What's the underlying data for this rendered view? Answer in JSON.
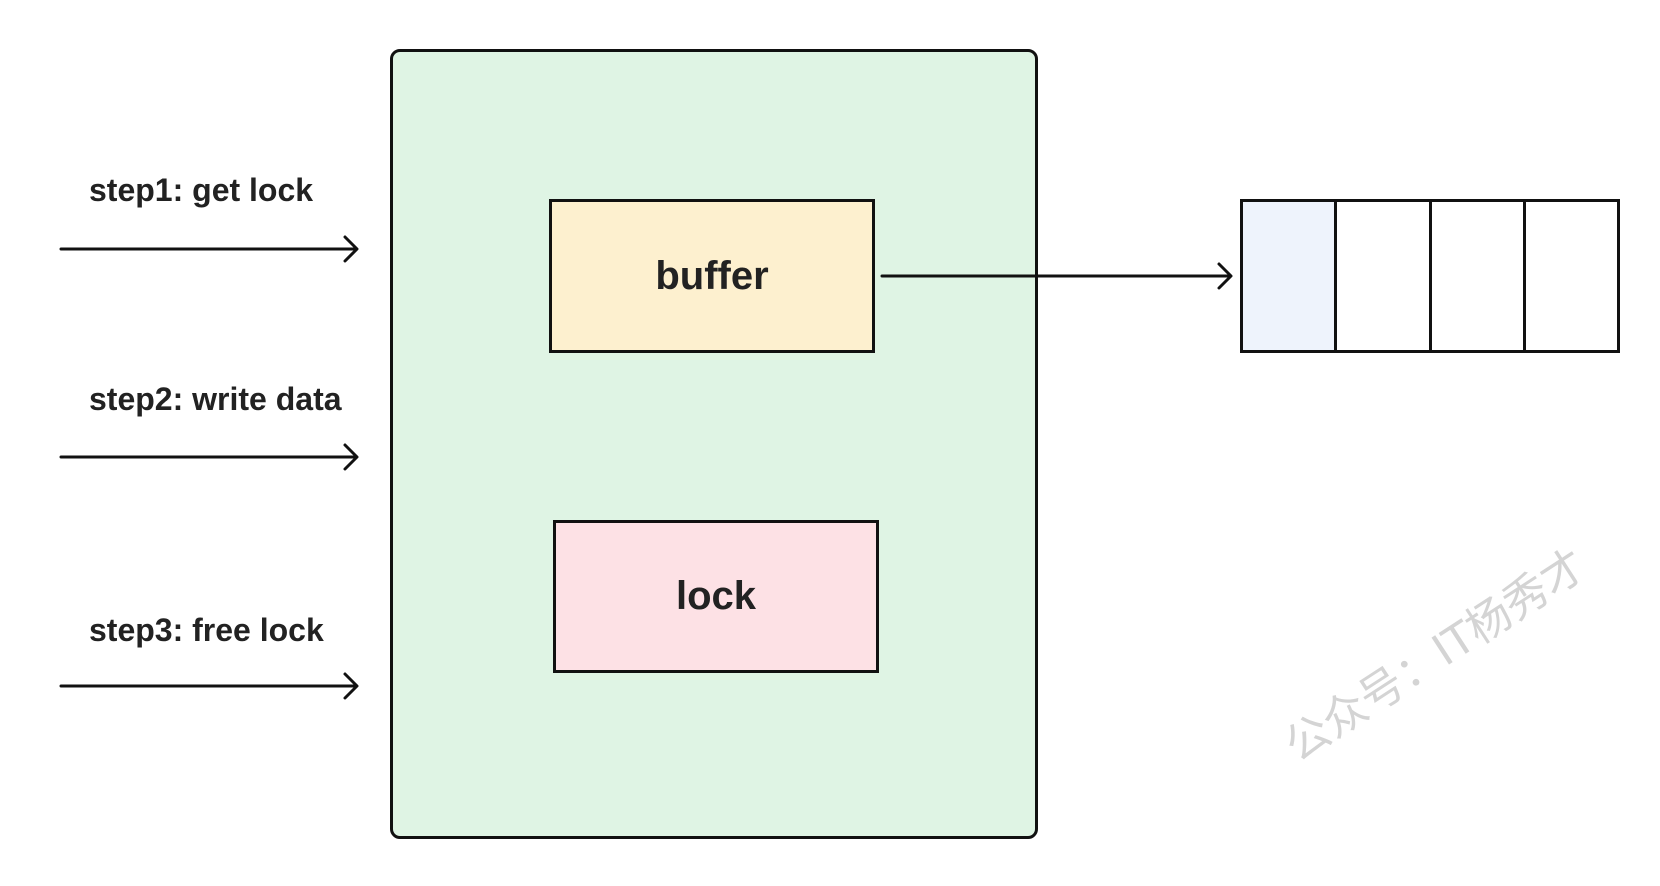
{
  "steps": [
    {
      "label": "step1: get lock"
    },
    {
      "label": "step2: write data"
    },
    {
      "label": "step3: free lock"
    }
  ],
  "container": {
    "fill": "#dff4e4"
  },
  "buffer": {
    "label": "buffer",
    "fill": "#fdf0cf"
  },
  "lock": {
    "label": "lock",
    "fill": "#fde1e5"
  },
  "queue": {
    "cell_count": 4,
    "highlight_fill": "#eef3fc",
    "cell_fill": "#ffffff"
  },
  "colors": {
    "stroke": "#111111",
    "text": "#222222"
  },
  "watermark": {
    "text": "公众号：IT杨秀才"
  }
}
